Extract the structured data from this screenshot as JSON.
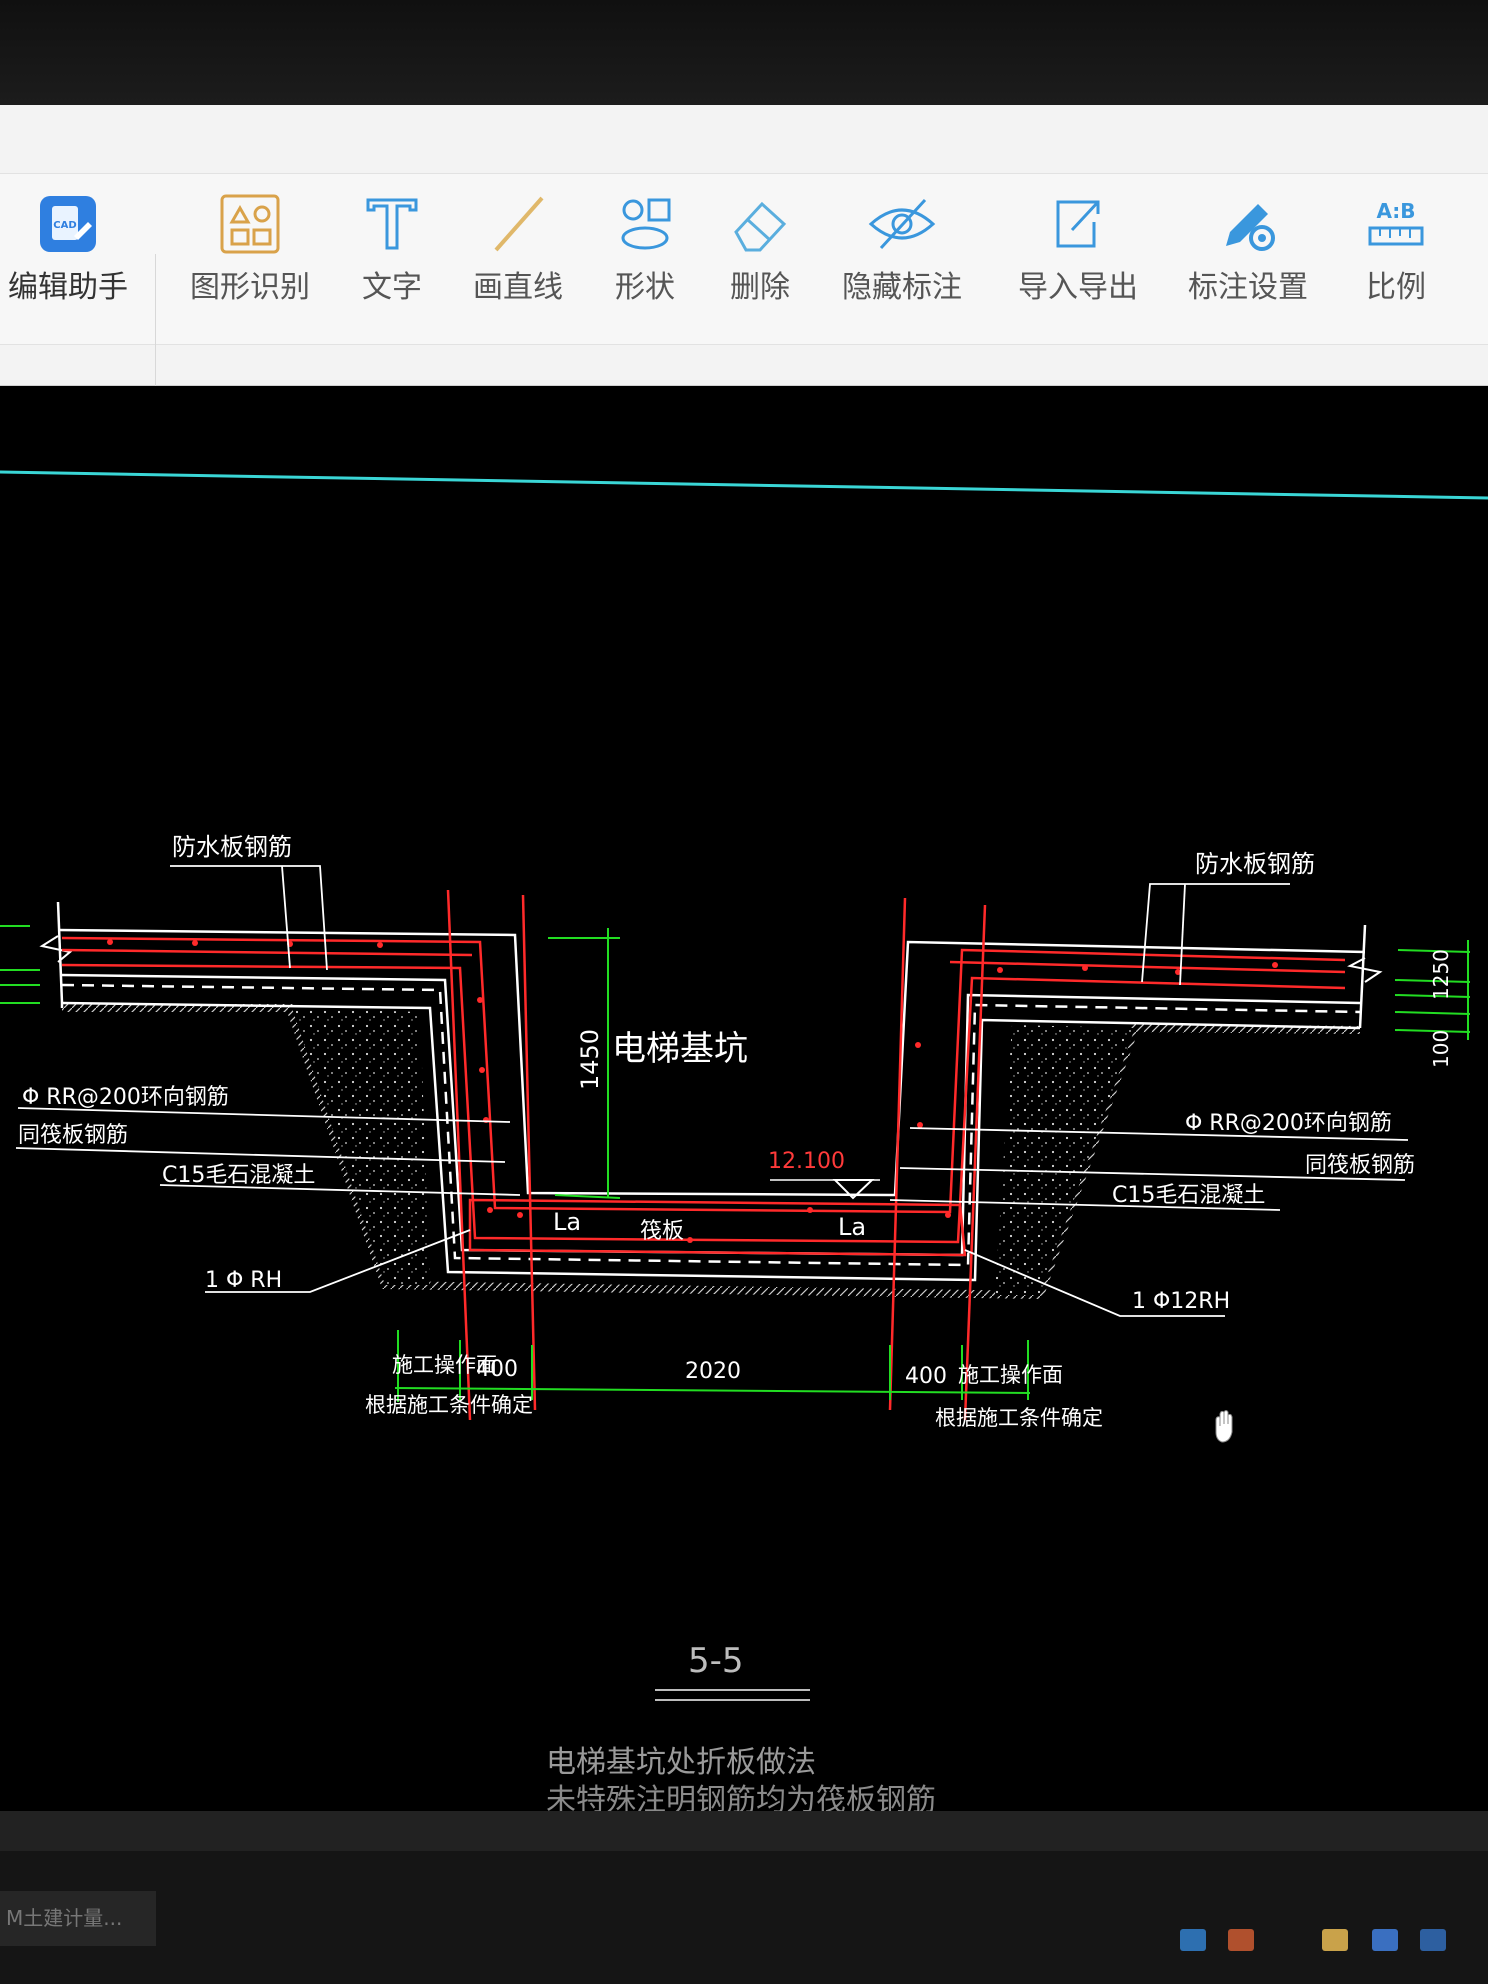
{
  "toolbar": {
    "items": [
      {
        "label": "编辑助手"
      },
      {
        "label": "图形识别"
      },
      {
        "label": "文字"
      },
      {
        "label": "画直线"
      },
      {
        "label": "形状"
      },
      {
        "label": "删除"
      },
      {
        "label": "隐藏标注"
      },
      {
        "label": "导入导出"
      },
      {
        "label": "标注设置"
      },
      {
        "label": "比例"
      }
    ],
    "cad_badge": "CAD",
    "ratio_icon_text": "A:B"
  },
  "drawing": {
    "left_waterproof_label": "防水板钢筋",
    "right_waterproof_label": "防水板钢筋",
    "pit_label": "电梯基坑",
    "pit_depth": "1450",
    "elevation": "12.100",
    "left_ring_rebar": "Φ RR@200环向钢筋",
    "right_ring_rebar": "Φ RR@200环向钢筋",
    "left_same_rebar": "同筏板钢筋",
    "right_same_rebar": "同筏板钢筋",
    "left_concrete": "C15毛石混凝土",
    "right_concrete": "C15毛石混凝土",
    "left_bar": "1 Φ RH",
    "right_bar": "1 Φ12RH",
    "la_left": "La",
    "la_right": "La",
    "raft_label": "筏板",
    "dim_left_400": "400",
    "dim_center": "2020",
    "dim_right_400": "400",
    "left_workface": "施工操作面",
    "left_workface_note": "根据施工条件确定",
    "right_workface": "施工操作面",
    "right_workface_note": "根据施工条件确定",
    "right_dim_1250": "1250",
    "right_dim_100": "100",
    "section_title": "5-5",
    "note_line1": "电梯基坑处折板做法",
    "note_line2": "未特殊注明钢筋均为筏板钢筋"
  },
  "taskbar": {
    "item_label": "M土建计量..."
  },
  "colors": {
    "toolbar_bg": "#f3f3f3",
    "canvas_bg": "#000000",
    "rebar_red": "#ff2a2a",
    "dim_green": "#22dd22",
    "cyan_line": "#3ad6d6",
    "icon_blue": "#3a97dd"
  }
}
